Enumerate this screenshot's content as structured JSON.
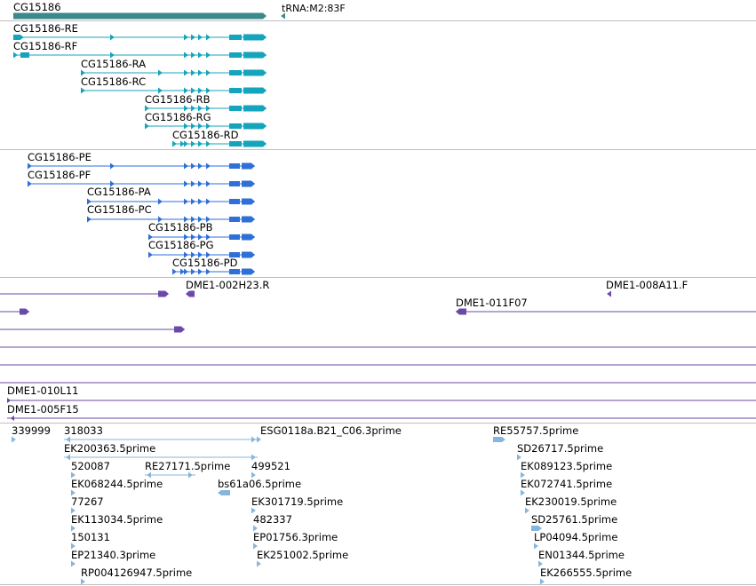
{
  "colors": {
    "gene": "#3a8a8c",
    "transcript_mrna": "#14a4bb",
    "transcript_protein": "#2e6fd8",
    "clone": "#6b4aa7",
    "est": "#86b6dd"
  },
  "gene_track": {
    "gene_label": "CG15186",
    "trna_label": "tRNA:M2:83F"
  },
  "mrna_track": {
    "transcripts": [
      "CG15186-RE",
      "CG15186-RF",
      "CG15186-RA",
      "CG15186-RC",
      "CG15186-RB",
      "CG15186-RG",
      "CG15186-RD"
    ]
  },
  "protein_track": {
    "proteins": [
      "CG15186-PE",
      "CG15186-PF",
      "CG15186-PA",
      "CG15186-PC",
      "CG15186-PB",
      "CG15186-PG",
      "CG15186-PD"
    ]
  },
  "clone_track": {
    "labels": [
      "DME1-002H23.R",
      "DME1-008A11.F",
      "DME1-011F07",
      "DME1-010L11",
      "DME1-005F15"
    ]
  },
  "est_track": {
    "labels": [
      "339999",
      "318033",
      "ESG0118a.B21_C06.3prime",
      "RE55757.5prime",
      "EK200363.5prime",
      "SD26717.5prime",
      "520087",
      "RE27171.5prime",
      "499521",
      "EK089123.5prime",
      "EK068244.5prime",
      "bs61a06.5prime",
      "EK072741.5prime",
      "77267",
      "EK301719.5prime",
      "EK230019.5prime",
      "EK113034.5prime",
      "482337",
      "SD25761.5prime",
      "150131",
      "EP01756.3prime",
      "LP04094.5prime",
      "EP21340.3prime",
      "EK251002.5prime",
      "EN01344.5prime",
      "RP004126947.5prime",
      "EK266555.5prime"
    ]
  }
}
